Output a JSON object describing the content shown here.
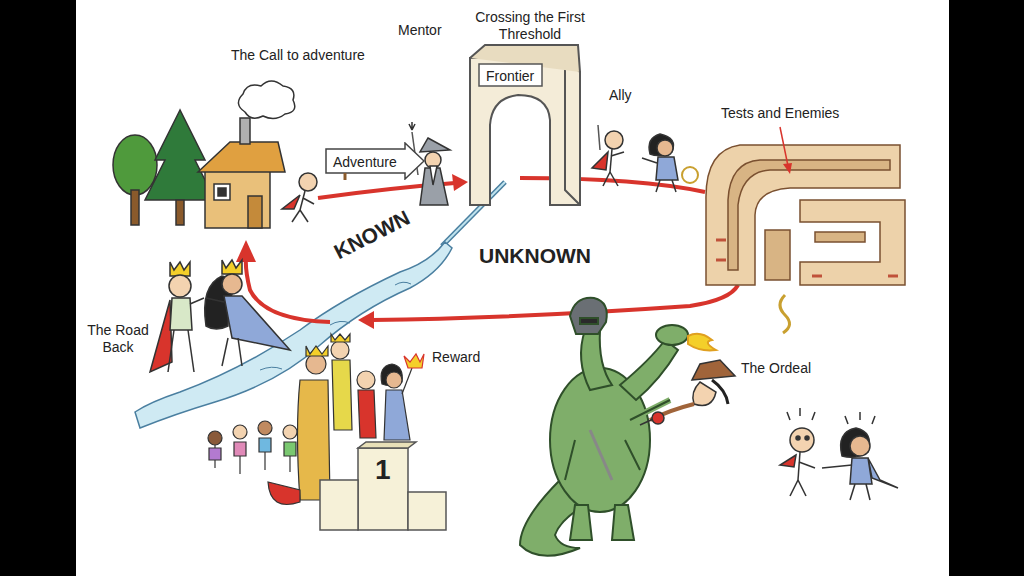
{
  "diagram": {
    "nodes": [
      {
        "text": [
          "Adventure"
        ]
      },
      {
        "text": [
          "Frontier"
        ]
      },
      {
        "text": [
          "1"
        ]
      }
    ],
    "labels": [
      "The Call to adventure",
      "Mentor",
      "Crossing the First Threshold",
      "Ally",
      "Tests and Enemies",
      "KNOWN",
      "UNKNOWN",
      "The Road Back",
      "Reward",
      "The Ordeal"
    ]
  }
}
